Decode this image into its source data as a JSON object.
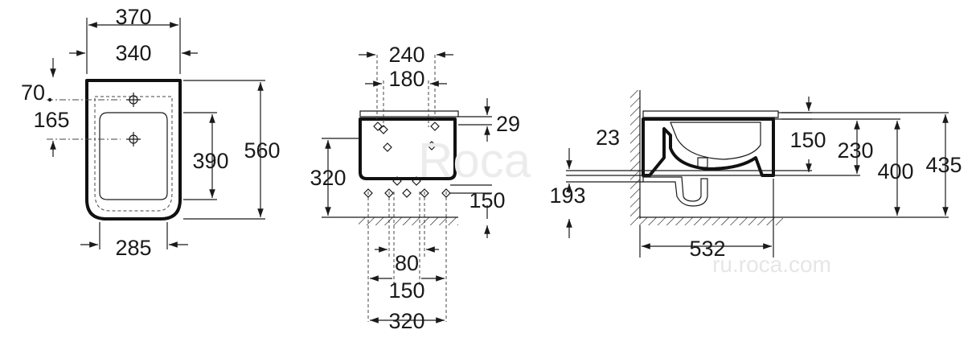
{
  "front_view": {
    "dims": {
      "w370": "370",
      "w340": "340",
      "d70": "70",
      "d165": "165",
      "h390": "390",
      "h560": "560",
      "w285": "285"
    }
  },
  "rear_view": {
    "dims": {
      "w240": "240",
      "w180": "180",
      "h29": "29",
      "h320": "320",
      "h150": "150",
      "w80": "80",
      "w150": "150",
      "w320": "320"
    }
  },
  "side_view": {
    "dims": {
      "d23": "23",
      "h150": "150",
      "h230": "230",
      "h400": "400",
      "h435": "435",
      "h193": "193",
      "w532": "532"
    }
  },
  "watermark": {
    "logo": "Roca",
    "site": "ru.roca.com"
  },
  "colors": {
    "line": "#1a1a1a",
    "watermark": "#e6e6e6"
  }
}
